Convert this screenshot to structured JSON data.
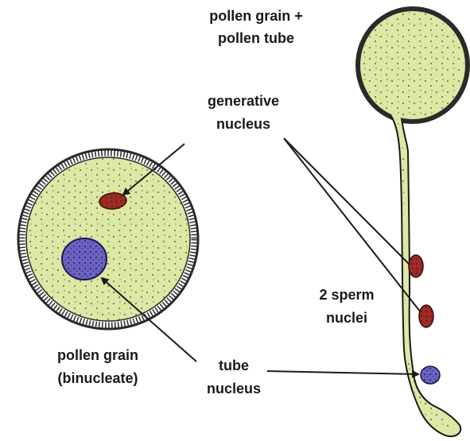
{
  "labels": {
    "pollen_grain_tube_line1": "pollen grain +",
    "pollen_grain_tube_line2": "pollen tube",
    "generative_line1": "generative",
    "generative_line2": "nucleus",
    "sperm_line1": "2 sperm",
    "sperm_line2": "nuclei",
    "binucleate_line1": "pollen grain",
    "binucleate_line2": "(binucleate)",
    "tube_line1": "tube",
    "tube_line2": "nucleus"
  },
  "colors": {
    "cytoplasm": "#dde8a5",
    "wall": "#2a2a2a",
    "generative_nucleus": "#9a2b25",
    "tube_nucleus": "#6b62c2",
    "text": "#1a1a1a"
  },
  "icons": {
    "pointer": "arrow"
  }
}
